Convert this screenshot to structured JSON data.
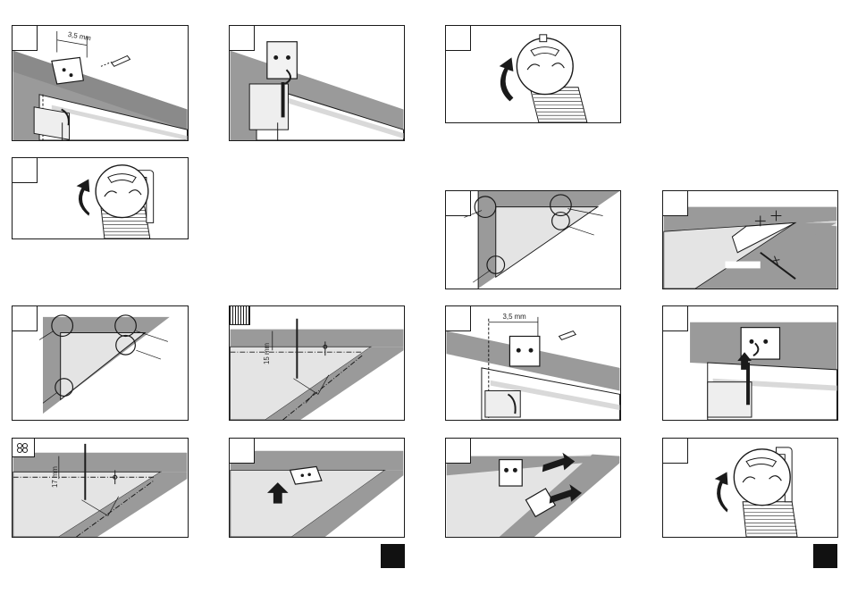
{
  "labels": {
    "distance_35": "3,5 mm",
    "distance_15": "15 mm",
    "distance_17": "17 mm"
  },
  "icons": {
    "hatch_badge": "fabric-hatch-icon",
    "pleat_badge": "pleat-rings-icon"
  },
  "colors": {
    "frame_gray": "#9a9a9a",
    "glass_gray": "#e4e4e4",
    "line": "#1a1a1a"
  }
}
